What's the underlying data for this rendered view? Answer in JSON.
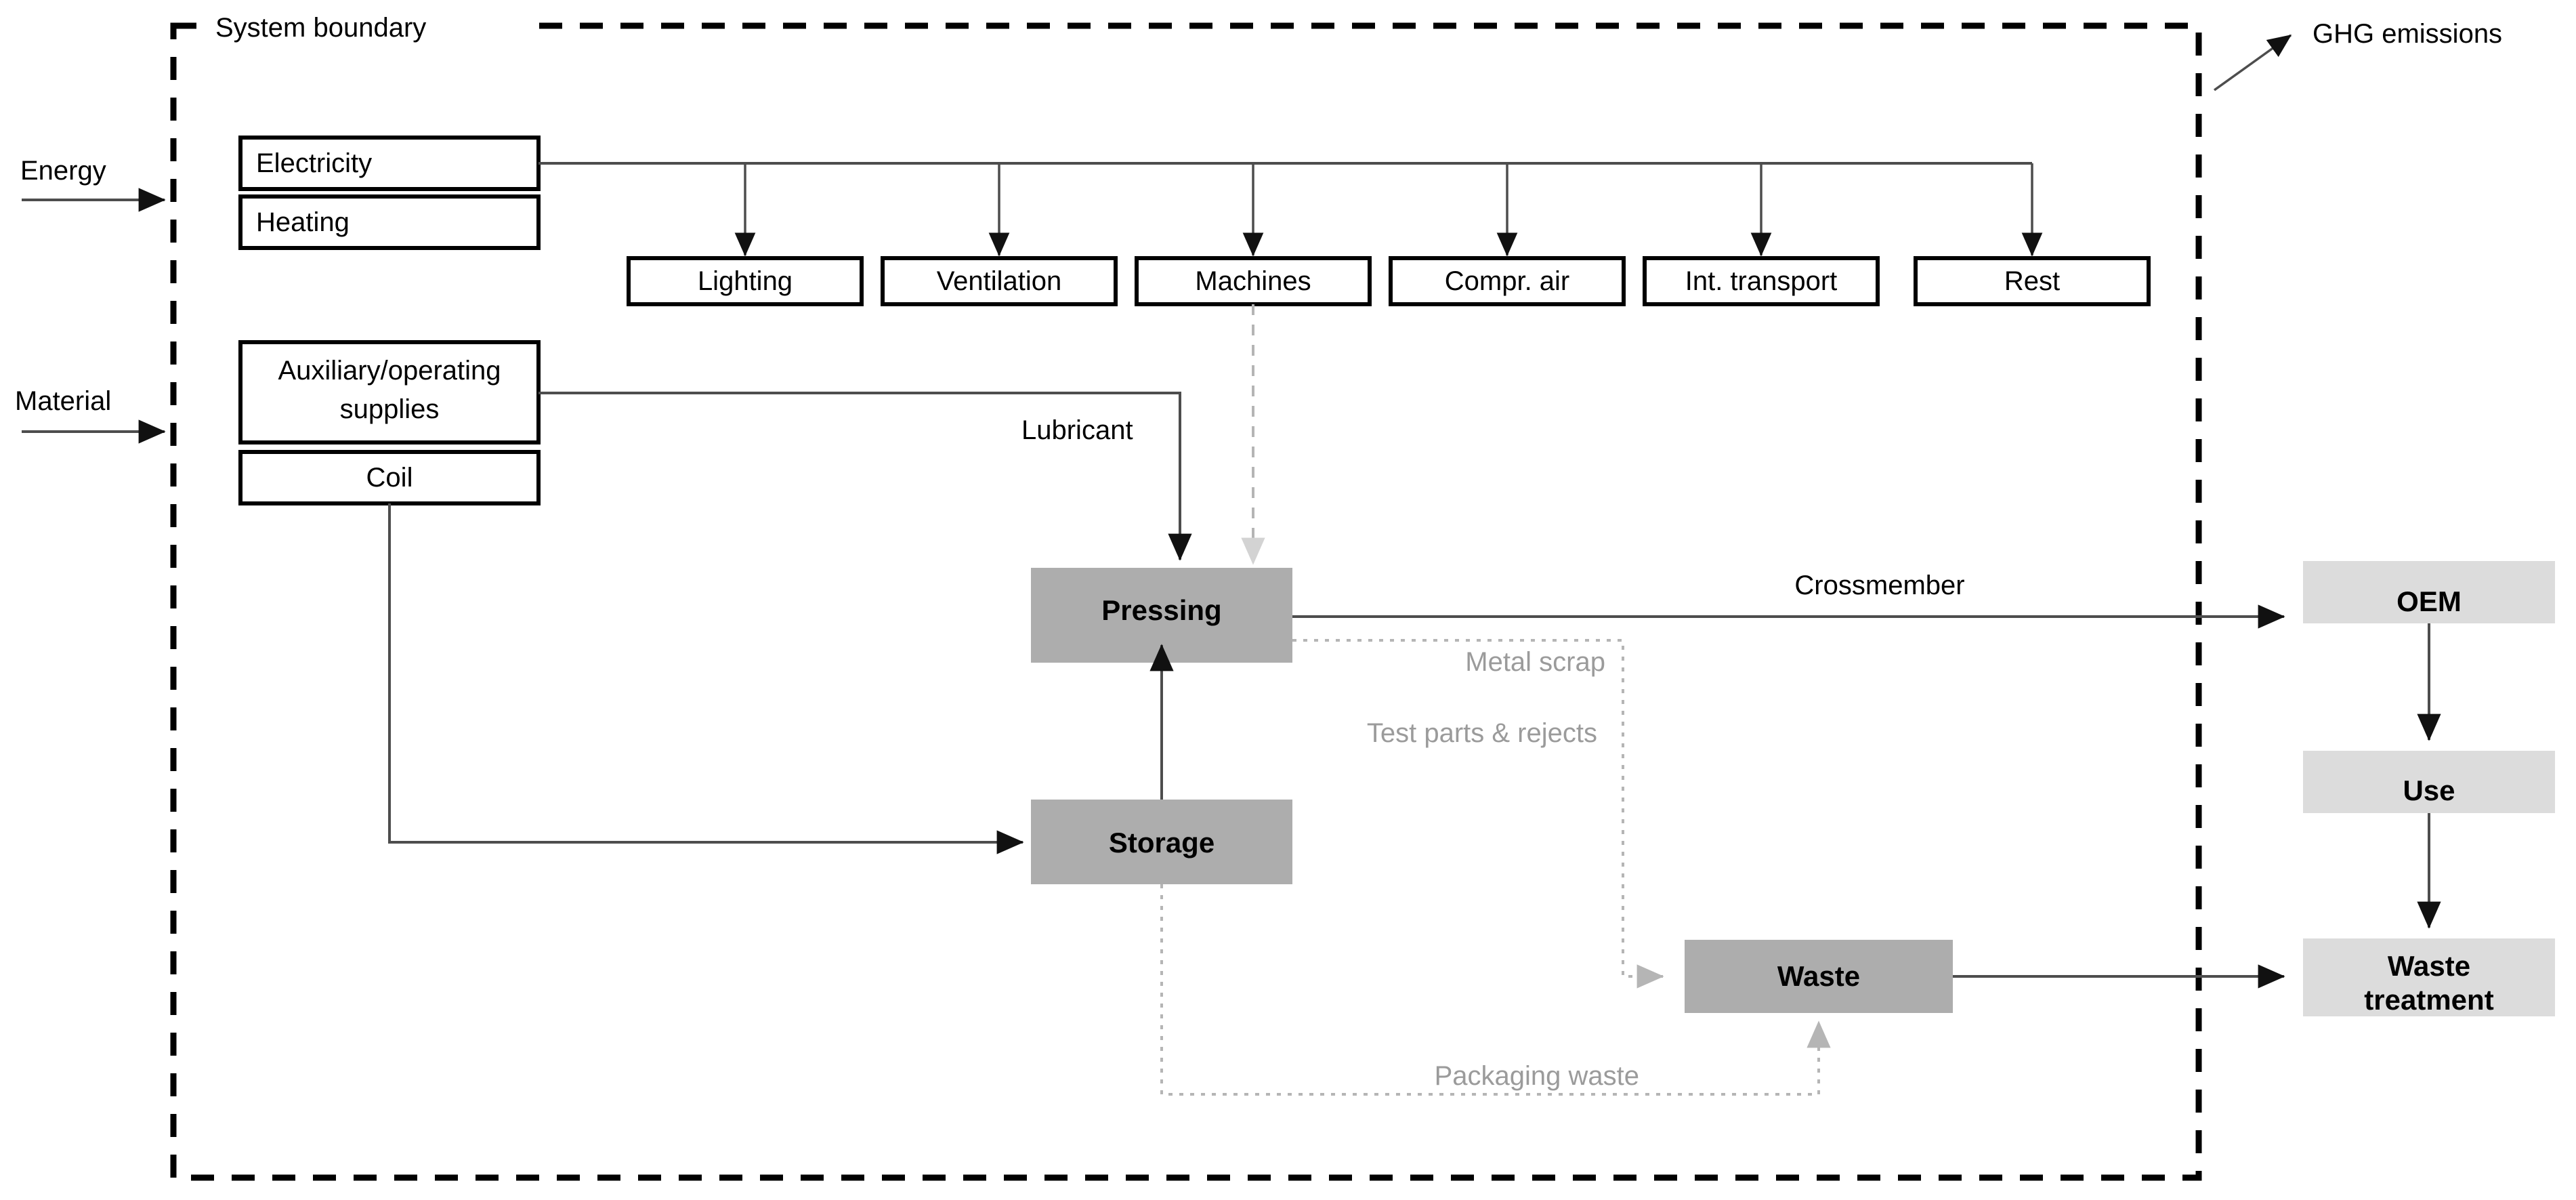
{
  "diagram": {
    "boundary_label": "System boundary",
    "external_outputs": [
      {
        "id": "ghg",
        "label": "GHG emissions"
      }
    ],
    "inputs": [
      {
        "id": "energy",
        "label": "Energy"
      },
      {
        "id": "material",
        "label": "Material"
      }
    ],
    "energy_sources": [
      {
        "id": "electricity",
        "label": "Electricity"
      },
      {
        "id": "heating",
        "label": "Heating"
      }
    ],
    "material_sources": [
      {
        "id": "aux-supplies",
        "label": "Auxiliary/operating supplies"
      },
      {
        "id": "coil",
        "label": "Coil"
      }
    ],
    "electricity_consumers": [
      {
        "id": "lighting",
        "label": "Lighting"
      },
      {
        "id": "ventilation",
        "label": "Ventilation"
      },
      {
        "id": "machines",
        "label": "Machines"
      },
      {
        "id": "compr-air",
        "label": "Compr. air"
      },
      {
        "id": "int-transport",
        "label": "Int. transport"
      },
      {
        "id": "rest",
        "label": "Rest"
      }
    ],
    "processes": [
      {
        "id": "pressing",
        "label": "Pressing"
      },
      {
        "id": "storage",
        "label": "Storage"
      },
      {
        "id": "waste",
        "label": "Waste"
      }
    ],
    "downstream": [
      {
        "id": "oem",
        "label": "OEM"
      },
      {
        "id": "use",
        "label": "Use"
      },
      {
        "id": "waste-treatment",
        "label": "Waste",
        "label2": "treatment"
      }
    ],
    "flow_labels": [
      {
        "id": "lubricant",
        "label": "Lubricant",
        "style": "black"
      },
      {
        "id": "crossmember",
        "label": "Crossmember",
        "style": "black"
      },
      {
        "id": "metal-scrap",
        "label": "Metal scrap",
        "style": "gray"
      },
      {
        "id": "test-parts",
        "label": "Test parts & rejects",
        "style": "gray"
      },
      {
        "id": "packaging-waste",
        "label": "Packaging waste",
        "style": "gray"
      }
    ],
    "colors": {
      "process_fill": "#adadad",
      "downstream_fill": "#dcdcdc",
      "gray_flow": "#b5b5b5",
      "line": "#4d4d4d",
      "boundary": "#000000"
    }
  }
}
